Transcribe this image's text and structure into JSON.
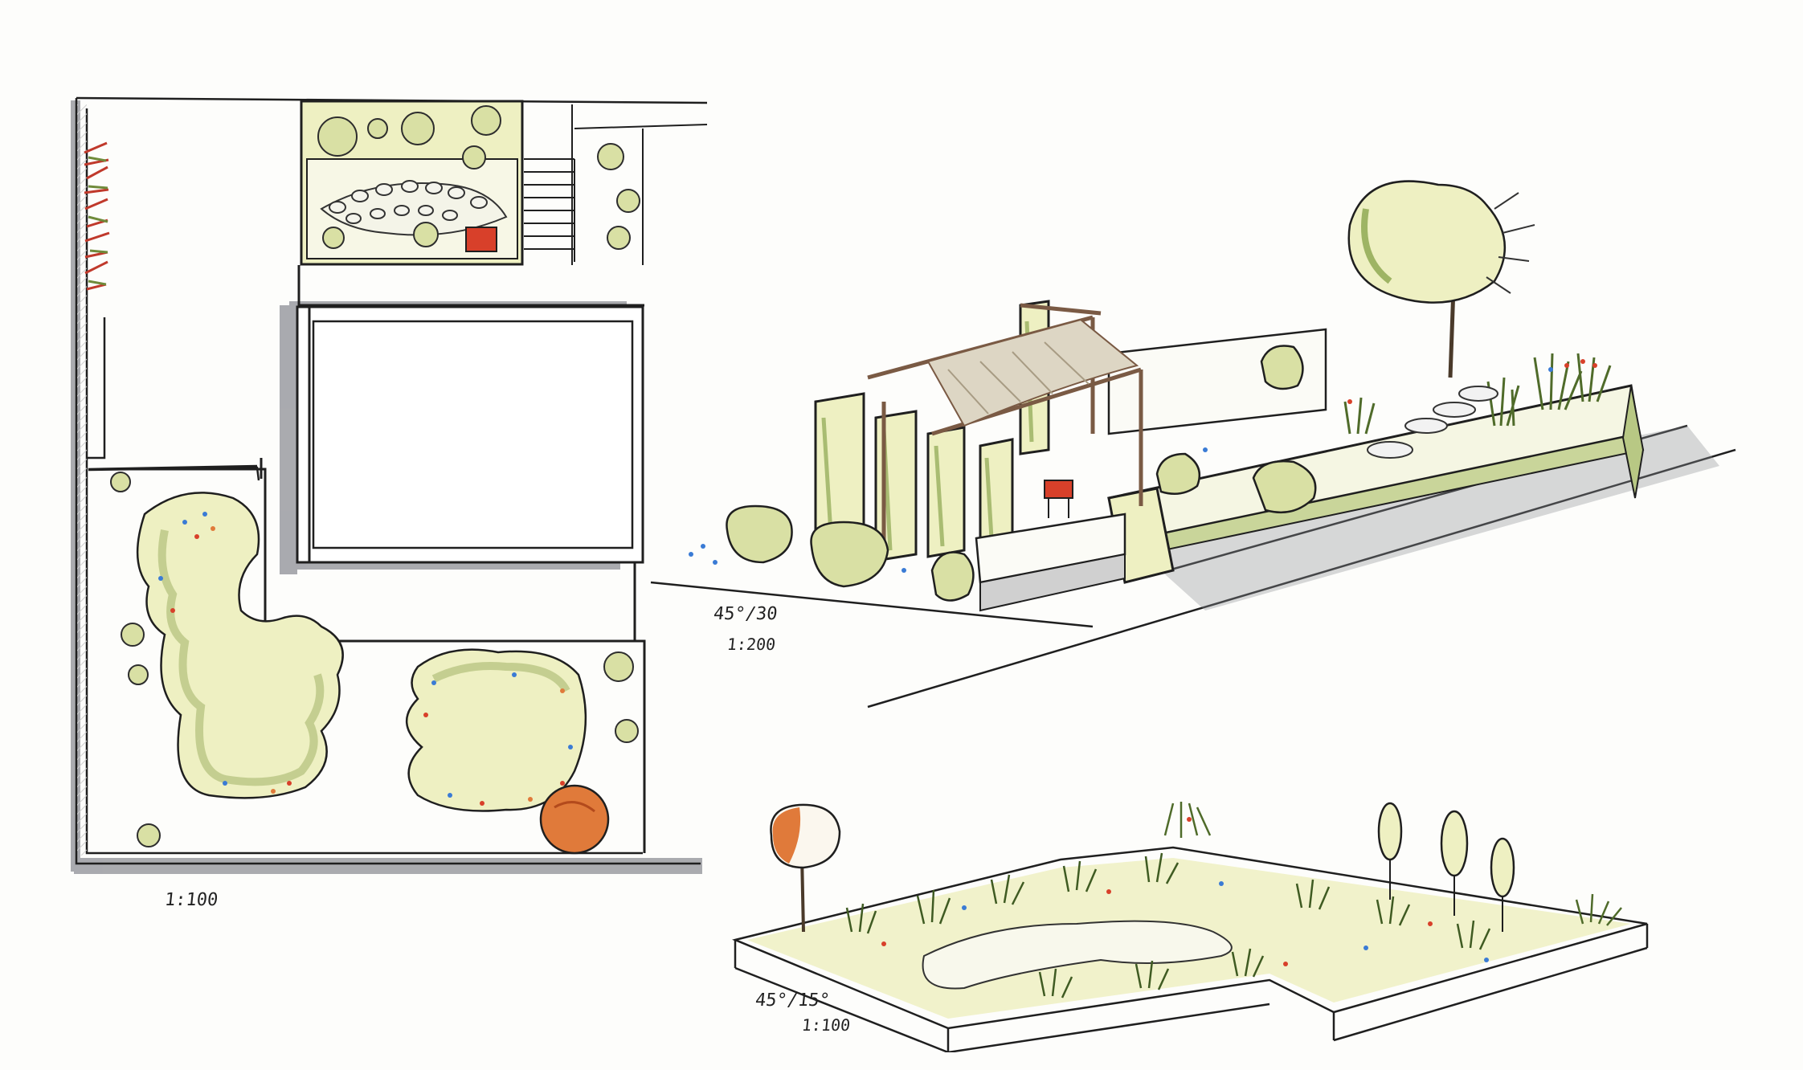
{
  "plan": {
    "scale": "1:100"
  },
  "axo_pergola": {
    "angle": "45°/30",
    "scale": "1:200"
  },
  "axo_meadow": {
    "angle": "45°/15°",
    "scale": "1:100"
  },
  "colors": {
    "ink": "#1f1f1f",
    "planting_yellow": "#eef0c2",
    "planting_green": "#b8c884",
    "shrub_green": "#d9e0a4",
    "shadow_grey": "#8d8f96",
    "accent_orange": "#e07a3a",
    "accent_red": "#d8402a",
    "pergola_brown": "#7a5a44",
    "paper": "#fdfdfb"
  }
}
